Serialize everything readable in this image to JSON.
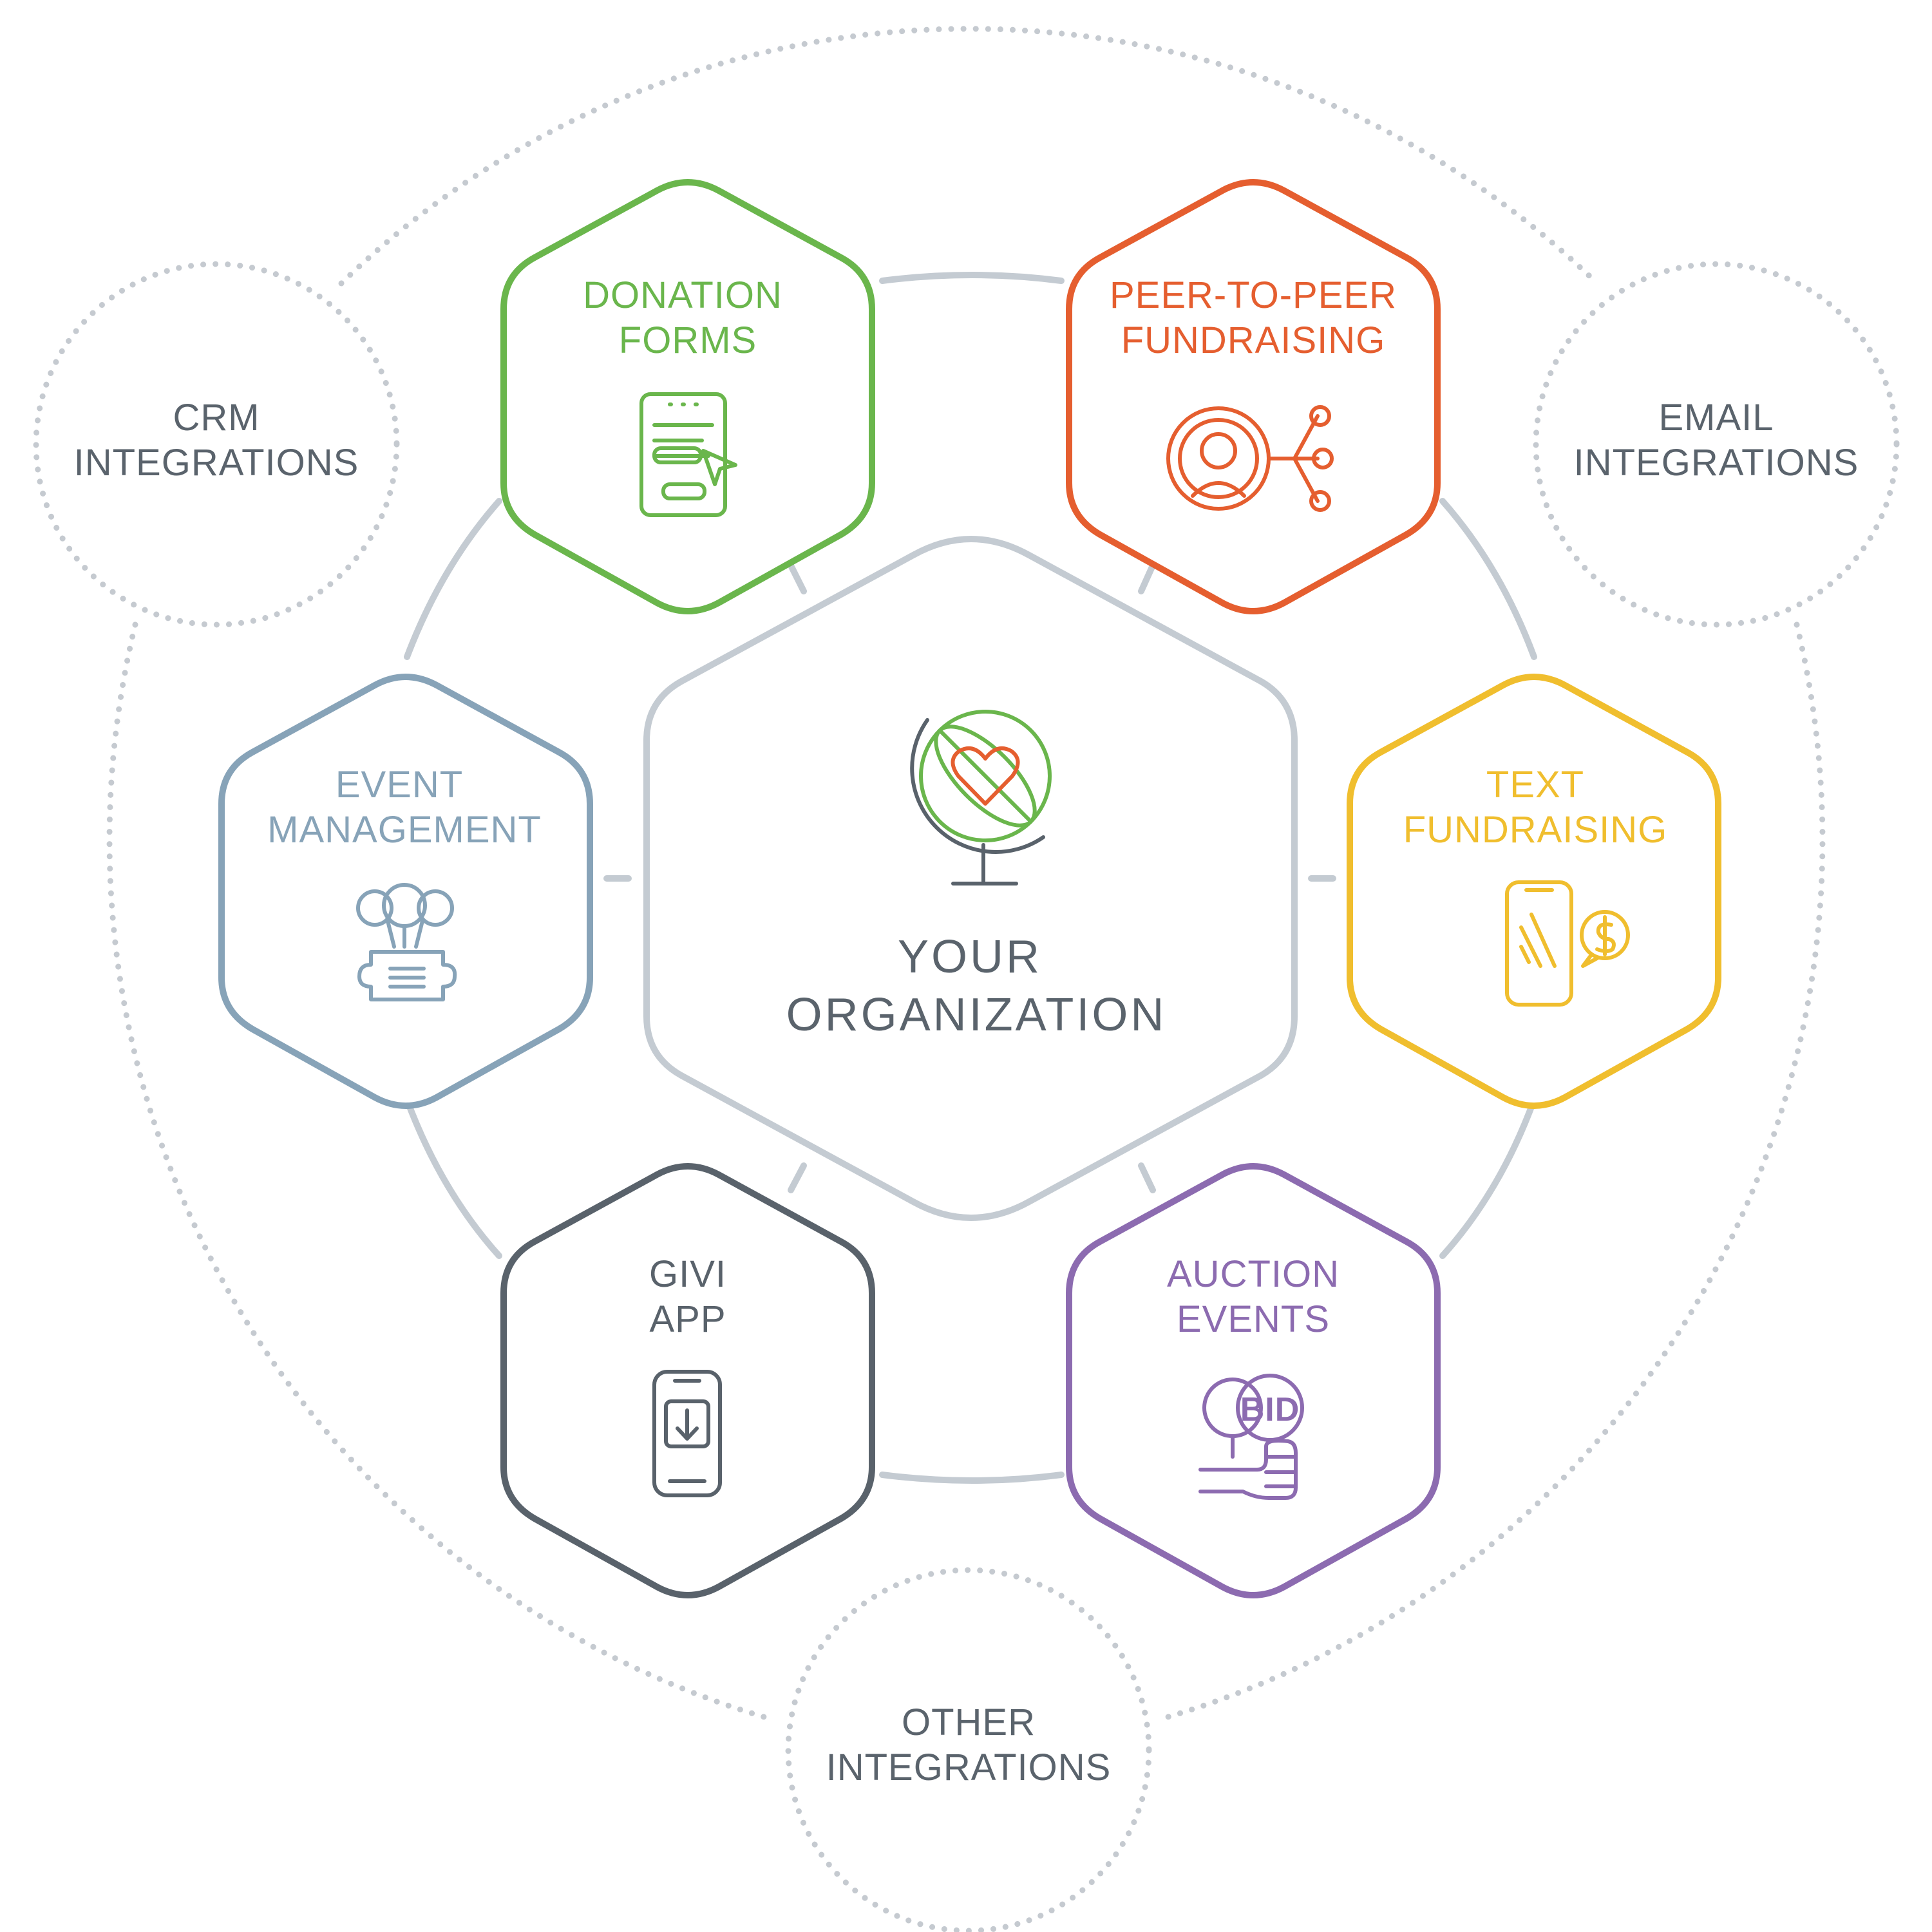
{
  "center": {
    "label_line1": "YOUR",
    "label_line2": "ORGANIZATION",
    "icon": "globe-heart-icon"
  },
  "services": [
    {
      "key": "donation",
      "line1": "DONATION",
      "line2": "FORMS",
      "icon": "donation-form-icon",
      "color": "#6ab64c"
    },
    {
      "key": "p2p",
      "line1": "PEER-TO-PEER",
      "line2": "FUNDRAISING",
      "icon": "peer-network-icon",
      "color": "#e55e2f"
    },
    {
      "key": "text",
      "line1": "TEXT",
      "line2": "FUNDRAISING",
      "icon": "phone-dollar-icon",
      "color": "#f0be2e"
    },
    {
      "key": "auction",
      "line1": "AUCTION",
      "line2": "EVENTS",
      "icon": "bid-paddle-icon",
      "color": "#8c6bb0"
    },
    {
      "key": "givi",
      "line1": "GIVI",
      "line2": "APP",
      "icon": "phone-download-icon",
      "color": "#59626b"
    },
    {
      "key": "event",
      "line1": "EVENT",
      "line2": "MANAGEMENT",
      "icon": "balloons-ticket-icon",
      "color": "#87a3b8"
    }
  ],
  "integrations": [
    {
      "key": "crm",
      "line1": "CRM",
      "line2": "INTEGRATIONS"
    },
    {
      "key": "email",
      "line1": "EMAIL",
      "line2": "INTEGRATIONS"
    },
    {
      "key": "other",
      "line1": "OTHER",
      "line2": "INTEGRATIONS"
    }
  ],
  "colors": {
    "text_dark": "#5a636c",
    "connector": "#c4cbd2",
    "dotted": "#c5cad0"
  }
}
